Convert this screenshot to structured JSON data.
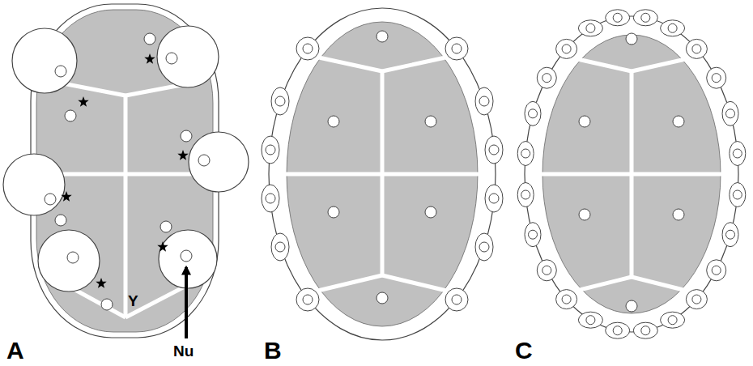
{
  "diagram": {
    "labels": [
      "A",
      "Y",
      "Nu",
      "B",
      "C"
    ]
  }
}
